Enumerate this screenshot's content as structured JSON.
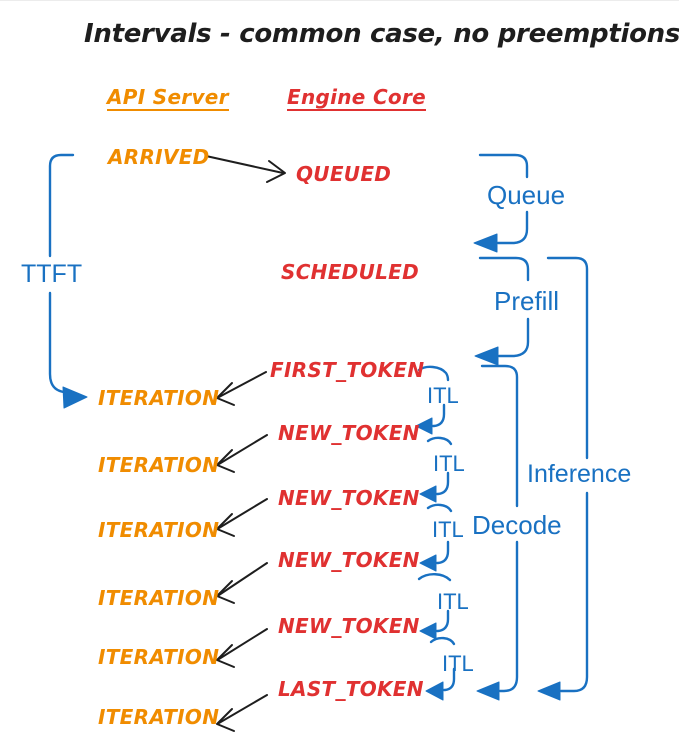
{
  "title": "Intervals - common case, no preemptions",
  "columns": {
    "api_server": "API Server",
    "engine_core": "Engine Core"
  },
  "api_events": {
    "arrived": "ARRIVED",
    "iterations": [
      "ITERATION",
      "ITERATION",
      "ITERATION",
      "ITERATION",
      "ITERATION",
      "ITERATION"
    ]
  },
  "engine_events": {
    "queued": "QUEUED",
    "scheduled": "SCHEDULED",
    "first_token": "FIRST_TOKEN",
    "new_tokens": [
      "NEW_TOKEN",
      "NEW_TOKEN",
      "NEW_TOKEN",
      "NEW_TOKEN"
    ],
    "last_token": "LAST_TOKEN"
  },
  "intervals": {
    "ttft": "TTFT",
    "queue": "Queue",
    "prefill": "Prefill",
    "decode": "Decode",
    "inference": "Inference",
    "itl_labels": [
      "ITL",
      "ITL",
      "ITL",
      "ITL",
      "ITL"
    ]
  },
  "colors": {
    "api_server": "#f08c00",
    "engine_core": "#e03131",
    "interval": "#1971c2",
    "connector": "#1e1e1e",
    "background": "#ffffff"
  }
}
